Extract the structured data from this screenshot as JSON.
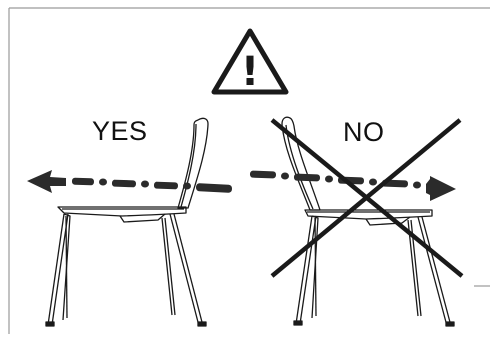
{
  "labels": {
    "yes": "YES",
    "no": "NO"
  },
  "warning": {
    "icon": "warning-triangle-icon",
    "glyph": "!"
  },
  "panels": [
    {
      "id": "correct",
      "label_key": "yes",
      "arrow_direction": "left",
      "crossed_out": false
    },
    {
      "id": "incorrect",
      "label_key": "no",
      "arrow_direction": "right",
      "crossed_out": true
    }
  ],
  "colors": {
    "stroke": "#1a1a1a",
    "arrow": "#2b2b2b",
    "cross": "#1a1a1a",
    "frame": "#9a9a9a"
  }
}
